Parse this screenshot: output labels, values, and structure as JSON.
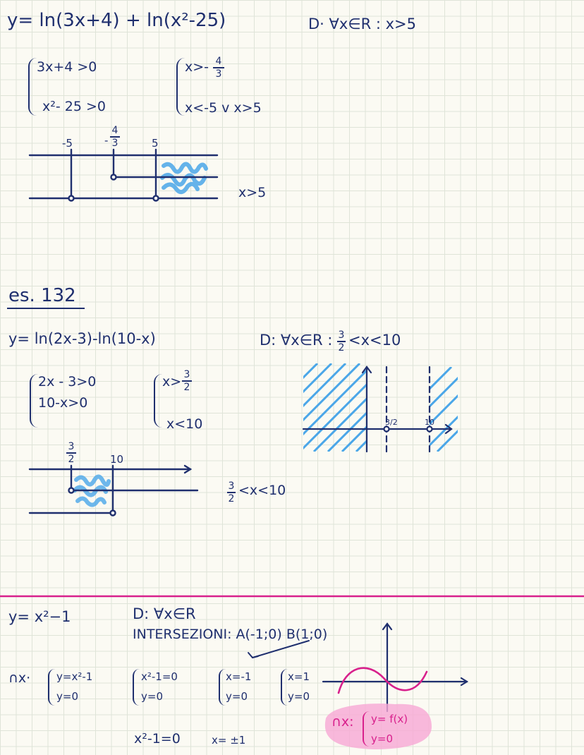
{
  "ex1": {
    "function": "y= ln(3x+4) + ln(x²-25)",
    "domain": "D· ∀x∈R : x>5",
    "sys1_a": "3x+4 >0",
    "sys1_b": "x²- 25 >0",
    "sys2_a": "x>-",
    "sys2_a_num": "4",
    "sys2_a_den": "3",
    "sys2_b": "x<-5 v x>5",
    "tick_a": "-5",
    "tick_b_sign": "-",
    "tick_b_num": "4",
    "tick_b_den": "3",
    "tick_c": "5",
    "result": "x>5"
  },
  "ex2": {
    "heading": "es. 132",
    "function": "y= ln(2x-3)-ln(10-x)",
    "domain_prefix": "D: ∀x∈R :",
    "domain_num": "3",
    "domain_den": "2",
    "domain_suffix": "<x<10",
    "sys1_a": "2x - 3>0",
    "sys1_b": "10-x>0",
    "sys2_a": "x>",
    "sys2_a_num": "3",
    "sys2_a_den": "2",
    "sys2_b": "x<10",
    "tick_a_num": "3",
    "tick_a_den": "2",
    "tick_b": "10",
    "result_num": "3",
    "result_den": "2",
    "result_suffix": "<x<10",
    "graph_tick_a": "3/2",
    "graph_tick_b": "10"
  },
  "ex3": {
    "function": "y= x²−1",
    "domain": "D: ∀x∈R",
    "intersections": "INTERSEZIONI: A(-1;0) B(1;0)",
    "cap_label": "∩x·",
    "sys1_a": "y=x²-1",
    "sys1_b": "y=0",
    "sys2_a": "x²-1=0",
    "sys2_b": "y=0",
    "sys3_a": "x=-1",
    "sys3_b": "y=0",
    "sys4_a": "x=1",
    "sys4_b": "y=0",
    "equation": "x²-1=0",
    "solution": "x= ±1",
    "note_label": "∩x:",
    "note_a": "y= f(x)",
    "note_b": "y=0"
  },
  "colors": {
    "ink": "#1f2f6e",
    "hatch": "#4aa6e8",
    "accent": "#d8208c",
    "highlight": "#f7a8d4"
  }
}
